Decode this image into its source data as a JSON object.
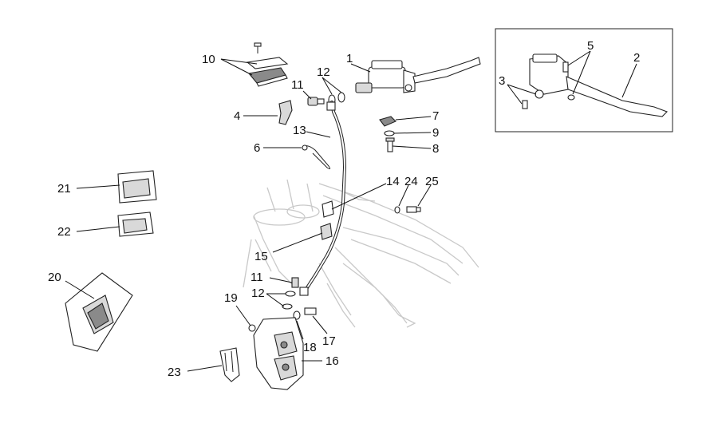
{
  "labels": {
    "l1": "1",
    "l2": "2",
    "l3": "3",
    "l4": "4",
    "l5": "5",
    "l6": "6",
    "l7": "7",
    "l8": "8",
    "l9": "9",
    "l10": "10",
    "l11a": "11",
    "l11b": "11",
    "l12a": "12",
    "l12b": "12",
    "l13": "13",
    "l14": "14",
    "l15": "15",
    "l16": "16",
    "l17": "17",
    "l18": "18",
    "l19": "19",
    "l20": "20",
    "l21": "21",
    "l22": "22",
    "l23": "23",
    "l24": "24",
    "l25": "25"
  }
}
